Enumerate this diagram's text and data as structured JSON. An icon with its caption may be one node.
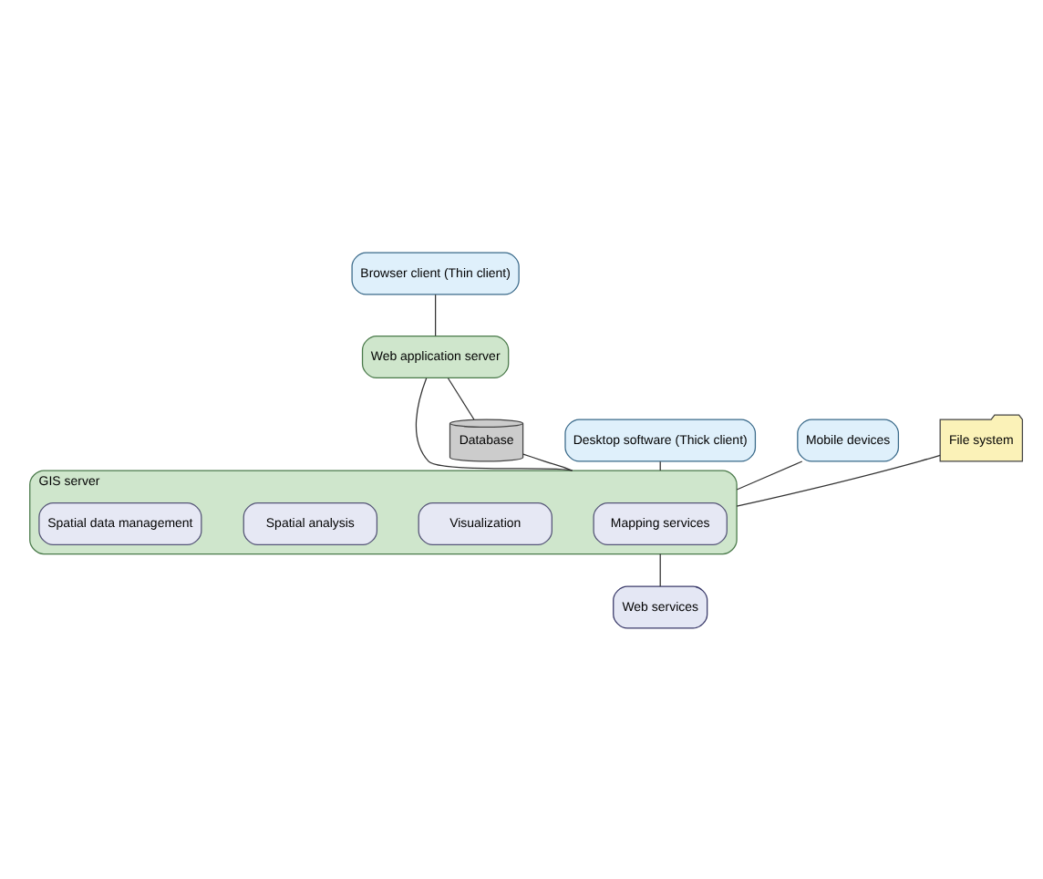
{
  "diagram": {
    "nodes": [
      {
        "text": [
          "Browser client (Thin client)"
        ]
      },
      {
        "text": [
          "Web application server"
        ]
      },
      {
        "text": [
          "GIS server"
        ]
      },
      {
        "text": [
          "Mapping services"
        ],
        "in": 2
      },
      {
        "text": [
          "Visualization"
        ],
        "in": 2
      },
      {
        "text": [
          "Spatial analysis"
        ],
        "in": 2
      },
      {
        "text": [
          "Spatial data management"
        ],
        "in": 2
      },
      {
        "text": [
          "Database"
        ]
      },
      {
        "text": [
          "Desktop software (Thick client)"
        ]
      },
      {
        "text": [
          "Mobile devices"
        ]
      },
      {
        "text": [
          "File system"
        ]
      },
      {
        "text": [
          "Web services"
        ]
      }
    ],
    "edges": [
      {
        "from": 0,
        "to": 1,
        "arrow": "none"
      },
      {
        "from": 1,
        "to": 2,
        "arrow": "none"
      },
      {
        "from": 1,
        "to": 7,
        "arrow": "none"
      },
      {
        "from": 7,
        "to": 2,
        "arrow": "none"
      },
      {
        "from": 8,
        "to": 2,
        "arrow": "none"
      },
      {
        "from": 9,
        "to": 2,
        "arrow": "none"
      },
      {
        "from": 10,
        "to": 2,
        "arrow": "none"
      },
      {
        "from": 2,
        "to": 11,
        "arrow": "none"
      }
    ]
  }
}
